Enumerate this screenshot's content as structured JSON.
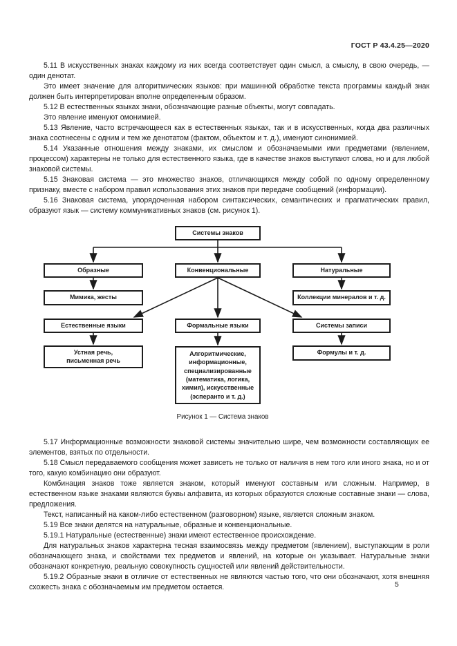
{
  "page": {
    "doc_code": "ГОСТ Р 43.4.25—2020",
    "page_number": "5"
  },
  "paragraphs_top": [
    "5.11  В искусственных знаках каждому из них всегда соответствует один смысл, а смыслу, в свою очередь, — один денотат.",
    "Это имеет значение для алгоритмических языков: при машинной обработке текста программы каждый знак должен быть интерпретирован вполне определенным образом.",
    "5.12  В естественных языках знаки, обозначающие разные объекты, могут совпадать.",
    "Это явление именуют омонимией.",
    "5.13  Явление, часто встречающееся как в естественных языках, так и в искусственных, когда два различных знака соотнесены с одним и тем же денотатом (фактом, объектом и т. д.), именуют синонимией.",
    "5.14  Указанные отношения между знаками, их смыслом и обозначаемыми ими предметами (явлением, процессом) характерны не только для естественного языка, где в качестве знаков выступают слова, но и для любой знаковой системы.",
    "5.15  Знаковая система — это множество знаков, отличающихся между собой по одному определенному признаку, вместе с набором правил использования этих знаков при передаче сообщений (информации).",
    "5.16  Знаковая система, упорядоченная набором синтаксических, семантических и прагматических правил, образуют язык — систему коммуникативных знаков (см. рисунок 1)."
  ],
  "figure": {
    "caption": "Рисунок 1 — Система знаков",
    "nodes": {
      "root": "Системы знаков",
      "figurative": "Образные",
      "conventional": "Конвенциональные",
      "natural": "Натуральные",
      "mimic_gestures": "Мимика, жесты",
      "mineral_collections": "Коллекции минералов и т. д.",
      "natural_languages": "Естественные языки",
      "formal_languages": "Формальные языки",
      "notation_systems": "Системы записи",
      "oral_written_speech": "Устная речь, письменная речь",
      "formal_language_kinds": "Алгоритмические, информационные, специализированные (математика, логика, химия), искусственные (эсперанто и т. д.)",
      "formulas": "Формулы и т. д."
    }
  },
  "paragraphs_bottom": [
    "5.17  Информационные возможности знаковой системы значительно шире, чем возможности составляющих ее элементов, взятых по отдельности.",
    "5.18  Смысл передаваемого сообщения может зависеть не только от наличия в нем того или иного знака, но и от того, какую комбинацию они образуют.",
    "Комбинация знаков тоже является знаком, который именуют составным или сложным. Например, в естественном языке знаками являются буквы алфавита, из которых образуются сложные составные знаки — слова, предложения.",
    "Текст, написанный на каком-либо естественном (разговорном) языке, является сложным знаком.",
    "5.19  Все знаки делятся на натуральные, образные и конвенциональные.",
    "5.19.1  Натуральные (естественные) знаки имеют естественное происхождение.",
    "Для натуральных знаков характерна тесная взаимосвязь между предметом (явлением), выступающим в роли обозначающего знака, и свойствами тех предметов и явлений, на которые он указывает. Натуральные знаки обозначают конкретную, реальную совокупность сущностей или явлений действительности.",
    "5.19.2  Образные знаки в отличие от естественных не являются частью того, что они обозначают, хотя внешняя схожесть знака с обозначаемым им предметом остается."
  ]
}
